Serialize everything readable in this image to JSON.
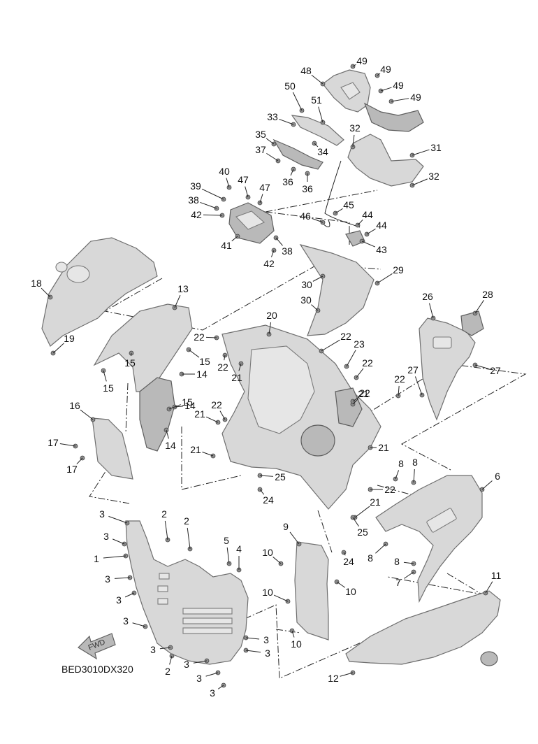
{
  "diagram_code": "BED3010DX320",
  "fwd_label": "FWD",
  "callouts": [
    {
      "label": "1"
    },
    {
      "label": "2"
    },
    {
      "label": "2"
    },
    {
      "label": "2"
    },
    {
      "label": "3"
    },
    {
      "label": "3"
    },
    {
      "label": "3"
    },
    {
      "label": "3"
    },
    {
      "label": "3"
    },
    {
      "label": "3"
    },
    {
      "label": "3"
    },
    {
      "label": "3"
    },
    {
      "label": "3"
    },
    {
      "label": "3"
    },
    {
      "label": "3"
    },
    {
      "label": "4"
    },
    {
      "label": "5"
    },
    {
      "label": "6"
    },
    {
      "label": "7"
    },
    {
      "label": "8"
    },
    {
      "label": "8"
    },
    {
      "label": "8"
    },
    {
      "label": "8"
    },
    {
      "label": "9"
    },
    {
      "label": "10"
    },
    {
      "label": "10"
    },
    {
      "label": "10"
    },
    {
      "label": "10"
    },
    {
      "label": "11"
    },
    {
      "label": "12"
    },
    {
      "label": "13"
    },
    {
      "label": "14"
    },
    {
      "label": "14"
    },
    {
      "label": "14"
    },
    {
      "label": "15"
    },
    {
      "label": "15"
    },
    {
      "label": "15"
    },
    {
      "label": "15"
    },
    {
      "label": "16"
    },
    {
      "label": "17"
    },
    {
      "label": "17"
    },
    {
      "label": "18"
    },
    {
      "label": "19"
    },
    {
      "label": "20"
    },
    {
      "label": "21"
    },
    {
      "label": "21"
    },
    {
      "label": "21"
    },
    {
      "label": "21"
    },
    {
      "label": "21"
    },
    {
      "label": "21"
    },
    {
      "label": "22"
    },
    {
      "label": "22"
    },
    {
      "label": "22"
    },
    {
      "label": "22"
    },
    {
      "label": "22"
    },
    {
      "label": "22"
    },
    {
      "label": "22"
    },
    {
      "label": "22"
    },
    {
      "label": "23"
    },
    {
      "label": "24"
    },
    {
      "label": "24"
    },
    {
      "label": "25"
    },
    {
      "label": "25"
    },
    {
      "label": "26"
    },
    {
      "label": "27"
    },
    {
      "label": "27"
    },
    {
      "label": "28"
    },
    {
      "label": "29"
    },
    {
      "label": "30"
    },
    {
      "label": "30"
    },
    {
      "label": "31"
    },
    {
      "label": "32"
    },
    {
      "label": "32"
    },
    {
      "label": "33"
    },
    {
      "label": "34"
    },
    {
      "label": "35"
    },
    {
      "label": "36"
    },
    {
      "label": "36"
    },
    {
      "label": "37"
    },
    {
      "label": "38"
    },
    {
      "label": "38"
    },
    {
      "label": "39"
    },
    {
      "label": "40"
    },
    {
      "label": "41"
    },
    {
      "label": "42"
    },
    {
      "label": "42"
    },
    {
      "label": "43"
    },
    {
      "label": "44"
    },
    {
      "label": "44"
    },
    {
      "label": "45"
    },
    {
      "label": "46"
    },
    {
      "label": "47"
    },
    {
      "label": "47"
    },
    {
      "label": "48"
    },
    {
      "label": "49"
    },
    {
      "label": "49"
    },
    {
      "label": "49"
    },
    {
      "label": "49"
    },
    {
      "label": "50"
    },
    {
      "label": "51"
    }
  ]
}
